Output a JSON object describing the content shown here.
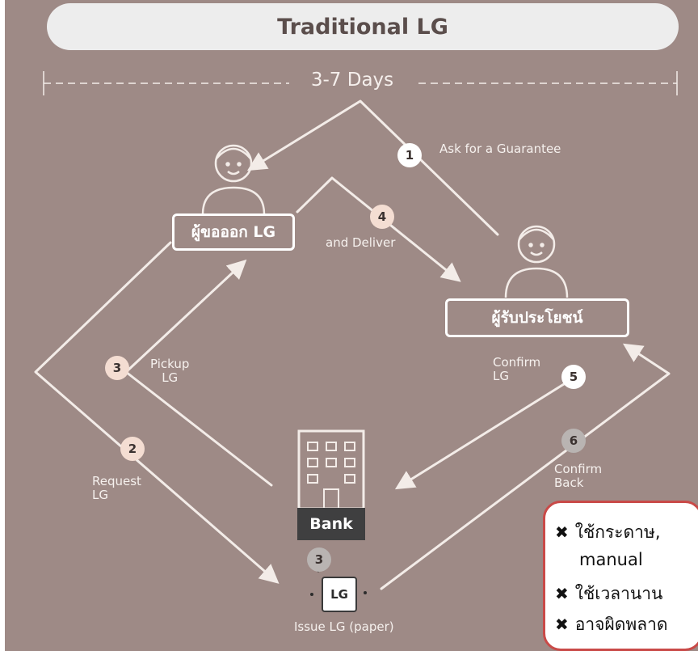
{
  "title": "Traditional LG",
  "duration": "3-7 Days",
  "actors": {
    "applicant": "ผู้ขอออก LG",
    "beneficiary": "ผู้รับประโยชน์",
    "bank": "Bank",
    "document": "LG"
  },
  "steps": [
    {
      "number": "1",
      "text": "Ask for a Guarantee"
    },
    {
      "number": "2",
      "text": "Request\nLG"
    },
    {
      "number": "3",
      "text": "Pickup\nLG"
    },
    {
      "number": "3",
      "text": "Issue LG (paper)"
    },
    {
      "number": "4",
      "text": "and Deliver"
    },
    {
      "number": "5",
      "text": "Confirm\nLG"
    },
    {
      "number": "6",
      "text": "Confirm\nBack"
    }
  ],
  "drawbacks": [
    "ใช้กระดาษ,",
    "manual",
    "ใช้เวลานาน",
    "อาจผิดพลาด"
  ],
  "colors": {
    "background": "#9e8a86",
    "line": "#f3ece8",
    "cons_border": "#c94a48"
  },
  "icons": [
    "person-icon",
    "building-icon",
    "document-icon",
    "x-mark-icon"
  ]
}
